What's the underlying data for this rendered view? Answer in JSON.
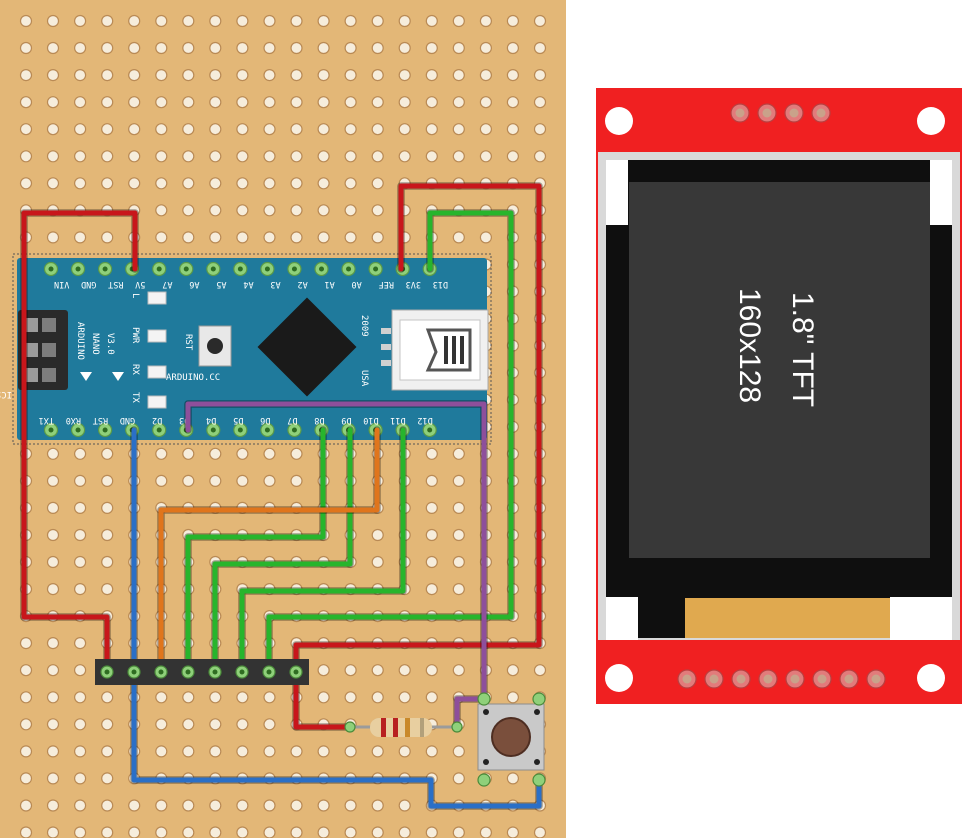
{
  "colors": {
    "board": "#e3b777",
    "hole": "#f6eddc",
    "hole_ring": "#b98a55",
    "nano_pcb": "#1f7a9c",
    "tft_red": "#f02021",
    "wire_red": "#c8161b",
    "wire_green": "#27b52c",
    "wire_orange": "#e0751c",
    "wire_blue": "#2a6fc7",
    "wire_purple": "#8e4f9b"
  },
  "arduino": {
    "vertical_text": [
      "ARDUINO",
      "NANO",
      "V3.0"
    ],
    "brand": "ARDUINO.CC",
    "year": "2009",
    "usa": "USA",
    "rst_label": "RST",
    "icsp": "ICSP",
    "leds": [
      "L",
      "PWR",
      "RX",
      "TX"
    ],
    "top_pins": [
      "VIN",
      "GND",
      "RST",
      "5V",
      "A7",
      "A6",
      "A5",
      "A4",
      "A3",
      "A2",
      "A1",
      "A0",
      "REF",
      "3V3",
      "D13"
    ],
    "bottom_pins": [
      "TX1",
      "RX0",
      "RST",
      "GND",
      "D2",
      "D3",
      "D4",
      "D5",
      "D6",
      "D7",
      "D8",
      "D9",
      "D10",
      "D11",
      "D12"
    ]
  },
  "tft": {
    "line1": "1.8\" TFT",
    "line2": "160x128"
  }
}
